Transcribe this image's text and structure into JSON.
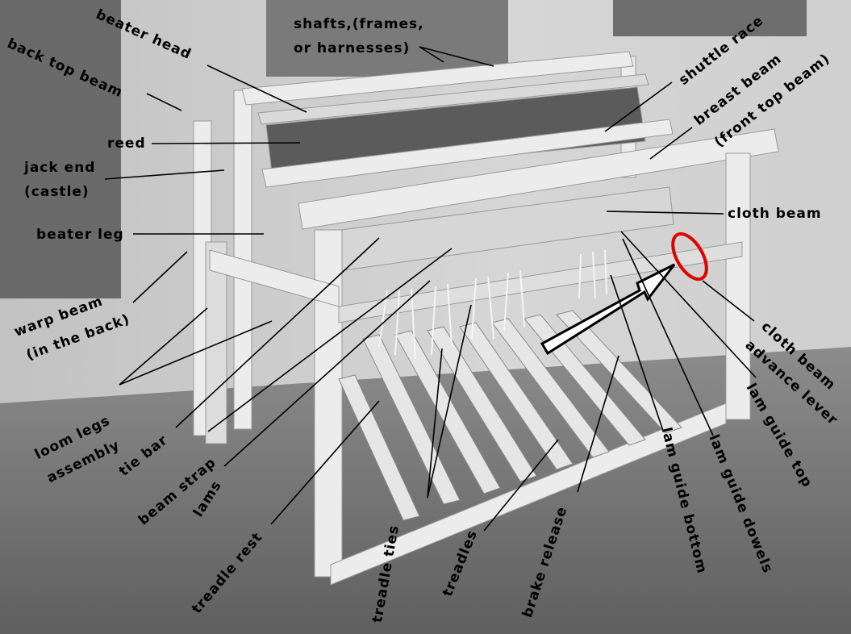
{
  "labels": {
    "beater_head": "beater head",
    "shafts_l1": "shafts,(frames,",
    "shafts_l2": "or harnesses)",
    "back_top_beam": "back top beam",
    "reed": "reed",
    "jack_end_l1": "jack end",
    "jack_end_l2": "(castle)",
    "beater_leg": "beater leg",
    "warp_beam_l1": "warp beam",
    "warp_beam_l2": "(in the back)",
    "shuttle_race": "shuttle race",
    "breast_beam_l1": "breast beam",
    "breast_beam_l2": "(front top beam)",
    "cloth_beam": "cloth beam",
    "cloth_beam_advance_l1": "cloth beam",
    "cloth_beam_advance_l2": "advance lever",
    "lam_guide_top": "lam guide top",
    "lam_guide_dowels": "lam guide dowels",
    "lam_guide_bottom": "lam guide bottom",
    "brake_release": "brake release",
    "treadles": "treadles",
    "treadle_ties": "treadle ties",
    "treadle_rest": "treadle rest",
    "lams": "lams",
    "beam_strap": "beam strap",
    "tie_bar": "tie bar",
    "loom_legs_l1": "loom legs",
    "loom_legs_l2": "assembly"
  },
  "colors": {
    "highlight_ellipse": "#e00000",
    "arrow_fill": "#ffffff",
    "leader_lines": "#000000"
  }
}
